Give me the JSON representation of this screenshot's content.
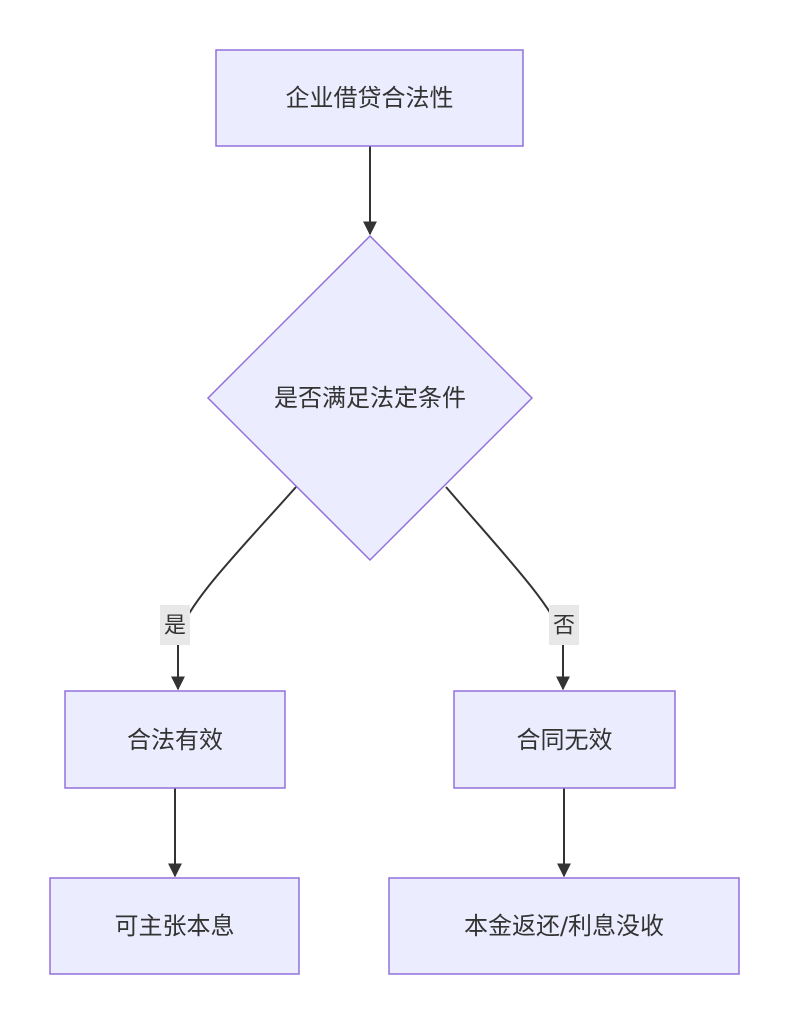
{
  "nodes": {
    "start": "企业借贷合法性",
    "decision": "是否满足法定条件",
    "valid": "合法有效",
    "invalid": "合同无效",
    "claim": "可主张本息",
    "return": "本金返还/利息没收"
  },
  "edge_labels": {
    "yes": "是",
    "no": "否"
  },
  "colors": {
    "node_fill": "#ececff",
    "node_stroke": "#9370db",
    "edge": "#333333",
    "label_bg": "#e8e8e8"
  }
}
